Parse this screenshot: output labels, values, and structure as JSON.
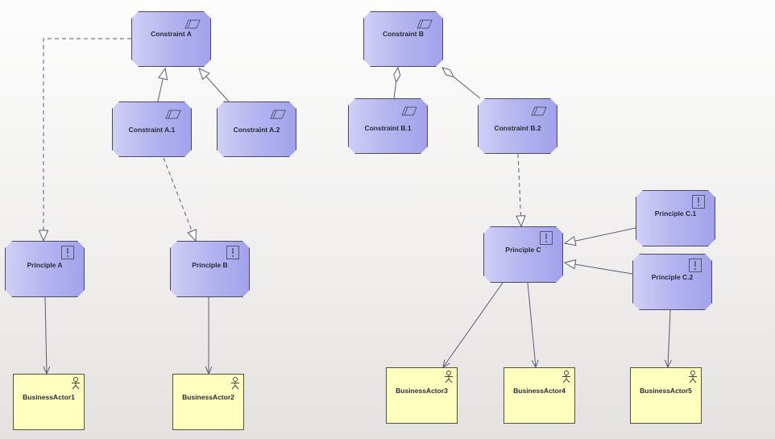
{
  "diagram": {
    "nodes": [
      {
        "id": "constraint-a",
        "label": "Constraint A",
        "kind": "constraint"
      },
      {
        "id": "constraint-a1",
        "label": "Constraint A.1",
        "kind": "constraint"
      },
      {
        "id": "constraint-a2",
        "label": "Constraint A.2",
        "kind": "constraint"
      },
      {
        "id": "constraint-b",
        "label": "Constraint B",
        "kind": "constraint"
      },
      {
        "id": "constraint-b1",
        "label": "Constraint B.1",
        "kind": "constraint"
      },
      {
        "id": "constraint-b2",
        "label": "Constraint B.2",
        "kind": "constraint"
      },
      {
        "id": "principle-a",
        "label": "Principle A",
        "kind": "principle"
      },
      {
        "id": "principle-b",
        "label": "Principle B",
        "kind": "principle"
      },
      {
        "id": "principle-c",
        "label": "Principle C",
        "kind": "principle"
      },
      {
        "id": "principle-c1",
        "label": "Principle C.1",
        "kind": "principle"
      },
      {
        "id": "principle-c2",
        "label": "Principle C.2",
        "kind": "principle"
      },
      {
        "id": "actor-1",
        "label": "BusinessActor1",
        "kind": "actor"
      },
      {
        "id": "actor-2",
        "label": "BusinessActor2",
        "kind": "actor"
      },
      {
        "id": "actor-3",
        "label": "BusinessActor3",
        "kind": "actor"
      },
      {
        "id": "actor-4",
        "label": "BusinessActor4",
        "kind": "actor"
      },
      {
        "id": "actor-5",
        "label": "BusinessActor5",
        "kind": "actor"
      }
    ],
    "edges": [
      {
        "from": "constraint-a",
        "to": "principle-a",
        "type": "realization"
      },
      {
        "from": "constraint-a1",
        "to": "constraint-a",
        "type": "specialization"
      },
      {
        "from": "constraint-a2",
        "to": "constraint-a",
        "type": "specialization"
      },
      {
        "from": "constraint-a1",
        "to": "principle-b",
        "type": "realization"
      },
      {
        "from": "constraint-b1",
        "to": "constraint-b",
        "type": "aggregation"
      },
      {
        "from": "constraint-b2",
        "to": "constraint-b",
        "type": "aggregation"
      },
      {
        "from": "constraint-b2",
        "to": "principle-c",
        "type": "realization"
      },
      {
        "from": "principle-c1",
        "to": "principle-c",
        "type": "specialization"
      },
      {
        "from": "principle-c2",
        "to": "principle-c",
        "type": "specialization"
      },
      {
        "from": "principle-a",
        "to": "actor-1",
        "type": "association"
      },
      {
        "from": "principle-b",
        "to": "actor-2",
        "type": "association"
      },
      {
        "from": "principle-c",
        "to": "actor-3",
        "type": "association"
      },
      {
        "from": "principle-c",
        "to": "actor-4",
        "type": "association"
      },
      {
        "from": "principle-c2",
        "to": "actor-5",
        "type": "association"
      }
    ]
  },
  "colors": {
    "motivation_fill": "#b4b4f0",
    "actor_fill": "#ffffc0",
    "line": "#5a5a78",
    "text": "#2a2a3a"
  },
  "icons": {
    "constraint": "parallelogram-icon",
    "principle": "exclamation-box-icon",
    "actor": "stick-figure-icon"
  }
}
